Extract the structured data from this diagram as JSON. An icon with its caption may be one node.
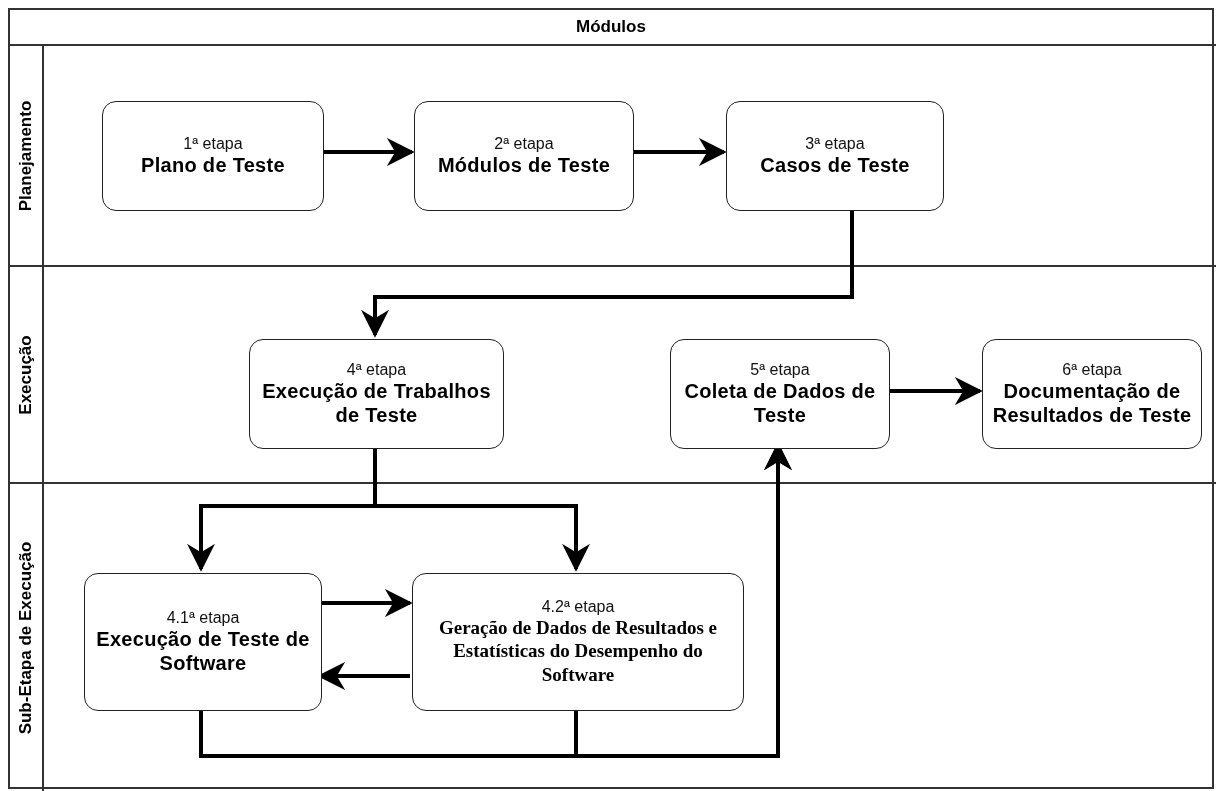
{
  "diagram": {
    "nodes": [
      {
        "text": [
          "Módulos"
        ]
      },
      {
        "text": [
          "Planejamento"
        ],
        "in": 0
      },
      {
        "text": [
          "Execução"
        ],
        "in": 0
      },
      {
        "text": [
          "Sub-Etapa de Execução"
        ],
        "in": 0
      },
      {
        "text": [
          "1ª etapa",
          "Plano de Teste"
        ],
        "in": 1
      },
      {
        "text": [
          "2ª etapa",
          "Módulos de Teste"
        ],
        "in": 1
      },
      {
        "text": [
          "3ª etapa",
          "Casos de Teste"
        ],
        "in": 1
      },
      {
        "text": [
          "4ª etapa",
          "Execução de Trabalhos de Teste"
        ],
        "in": 2
      },
      {
        "text": [
          "5ª etapa",
          "Coleta de Dados de Teste"
        ],
        "in": 2
      },
      {
        "text": [
          "6ª etapa",
          "Documentação de Resultados de Teste"
        ],
        "in": 2
      },
      {
        "text": [
          "4.1ª etapa",
          "Execução de Teste de Software"
        ],
        "in": 3
      },
      {
        "text": [
          "4.2ª etapa",
          "Geração de Dados de Resultados e Estatísticas do Desempenho do Software"
        ],
        "in": 3
      }
    ],
    "edges": [
      {
        "from": 4,
        "to": 5,
        "arrow": "to"
      },
      {
        "from": 5,
        "to": 6,
        "arrow": "to"
      },
      {
        "from": 6,
        "to": 7,
        "arrow": "to"
      },
      {
        "from": 7,
        "to": 10,
        "arrow": "to"
      },
      {
        "from": 7,
        "to": 11,
        "arrow": "to"
      },
      {
        "from": 10,
        "to": 11,
        "arrow": "to"
      },
      {
        "from": 11,
        "to": 10,
        "arrow": "to"
      },
      {
        "from": 10,
        "to": 8,
        "arrow": "to"
      },
      {
        "from": 11,
        "to": 8,
        "arrow": "to"
      },
      {
        "from": 8,
        "to": 9,
        "arrow": "to"
      }
    ]
  }
}
